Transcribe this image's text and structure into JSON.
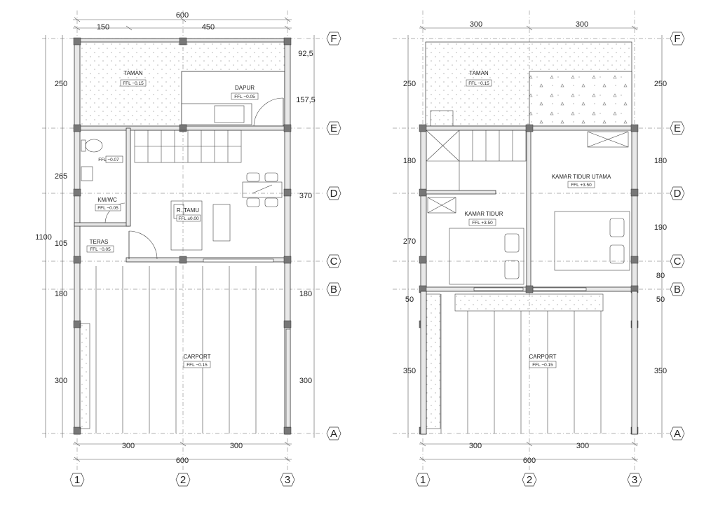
{
  "ground_floor": {
    "dims_top": [
      "600",
      "150",
      "450"
    ],
    "dims_left": [
      "250",
      "265",
      "105",
      "180",
      "300",
      "1100"
    ],
    "dims_right": [
      "92,5",
      "157,5",
      "370",
      "180",
      "300"
    ],
    "dims_bottom": [
      "300",
      "300",
      "600"
    ],
    "rooms": {
      "taman": {
        "name": "TAMAN",
        "ffl": "FFL  −0.15"
      },
      "dapur": {
        "name": "DAPUR",
        "ffl": "FFL  −0.05"
      },
      "kmwc": {
        "name": "KM/WC",
        "ffl": "FFL  −0.05"
      },
      "kmwc_fixture": {
        "ffl": "FFL −0.07"
      },
      "rtamu": {
        "name": "R. TAMU",
        "ffl": "FFL  ±0.00"
      },
      "teras": {
        "name": "TERAS",
        "ffl": "FFL  −0.05"
      },
      "carport": {
        "name": "CARPORT",
        "ffl": "FFL  −0.15"
      }
    }
  },
  "upper_floor": {
    "dims_top": [
      "300",
      "300"
    ],
    "dims_left": [
      "250",
      "180",
      "270",
      "50",
      "350"
    ],
    "dims_right": [
      "250",
      "180",
      "190",
      "80",
      "50",
      "350"
    ],
    "dims_bottom": [
      "300",
      "300",
      "600"
    ],
    "rooms": {
      "taman": {
        "name": "TAMAN",
        "ffl": "FFL  −0.15"
      },
      "kamar_utama": {
        "name": "KAMAR TIDUR UTAMA",
        "ffl": "FFL  +3.50"
      },
      "kamar": {
        "name": "KAMAR TIDUR",
        "ffl": "FFL  +3.50"
      },
      "carport": {
        "name": "CARPORT",
        "ffl": "FFL  −0.15"
      }
    }
  },
  "grid_rows": [
    "F",
    "E",
    "D",
    "C",
    "B",
    "A"
  ],
  "grid_cols": [
    "1",
    "2",
    "3"
  ]
}
